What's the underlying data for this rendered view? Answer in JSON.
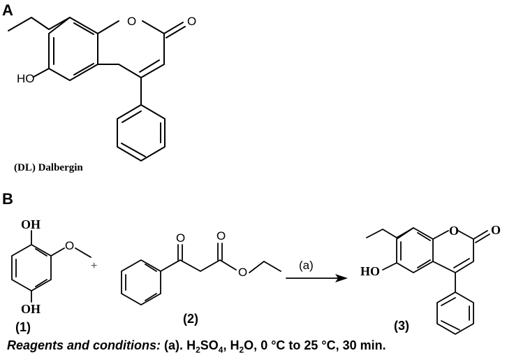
{
  "panel_a": {
    "label": "A",
    "compound_name": "(DL) Dalbergin",
    "atoms": {
      "ring_o": "O",
      "carbonyl_o": "O",
      "hydroxyl": "HO"
    }
  },
  "panel_b": {
    "label": "B",
    "reactant1": {
      "number": "(1)",
      "oh_top": "OH",
      "oh_bottom": "OH",
      "ether_o": "O"
    },
    "plus": "+",
    "reactant2": {
      "number": "(2)",
      "ketone_o": "O",
      "ester_carbonyl_o": "O",
      "ester_o": "O"
    },
    "arrow_label": "(a)",
    "product": {
      "number": "(3)",
      "ring_o": "O",
      "carbonyl_o": "O",
      "hydroxyl": "HO"
    }
  },
  "conditions": {
    "lead": "Reagents and conditions:",
    "step": "(a).",
    "reagent1": "H",
    "reagent1_sub1": "2",
    "reagent1_mid": "SO",
    "reagent1_sub2": "4",
    "sep1": ",",
    "reagent2": "H",
    "reagent2_sub": "2",
    "reagent2_tail": "O,",
    "temps": "0 °C to 25 °C, 30 min."
  }
}
